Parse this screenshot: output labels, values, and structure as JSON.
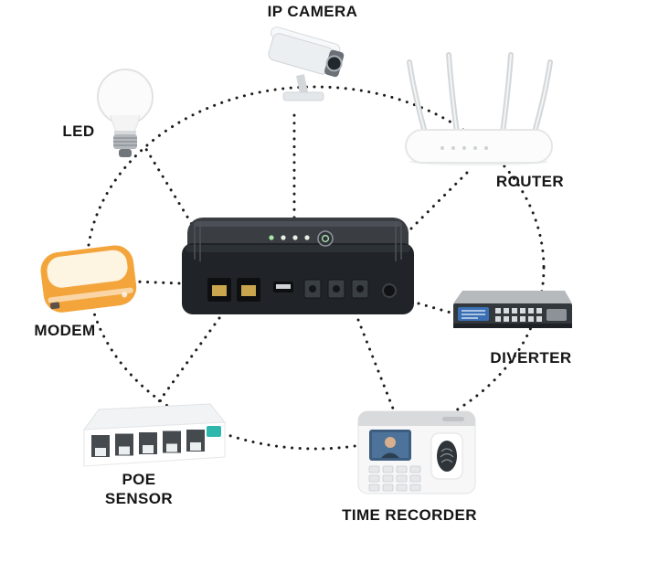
{
  "nodes": {
    "ip_camera": {
      "label": "IP CAMERA"
    },
    "led": {
      "label": "LED"
    },
    "router": {
      "label": "ROUTER"
    },
    "modem": {
      "label": "MODEM"
    },
    "diverter": {
      "label": "DIVERTER"
    },
    "poe_sensor": {
      "label": "POE SENSOR"
    },
    "time_recorder": {
      "label": "TIME RECORDER"
    }
  },
  "colors": {
    "line": "#1c1c1c",
    "modem_body": "#f3a53c",
    "modem_top": "#fdf4e2",
    "poe_accent": "#2fb7ae",
    "diverter_panel": "#3a6fb5",
    "ups_top": "#3a3e43",
    "ups_front": "#202428",
    "port_yellow": "#caa64e",
    "indicator_green": "#a9e8a9"
  }
}
